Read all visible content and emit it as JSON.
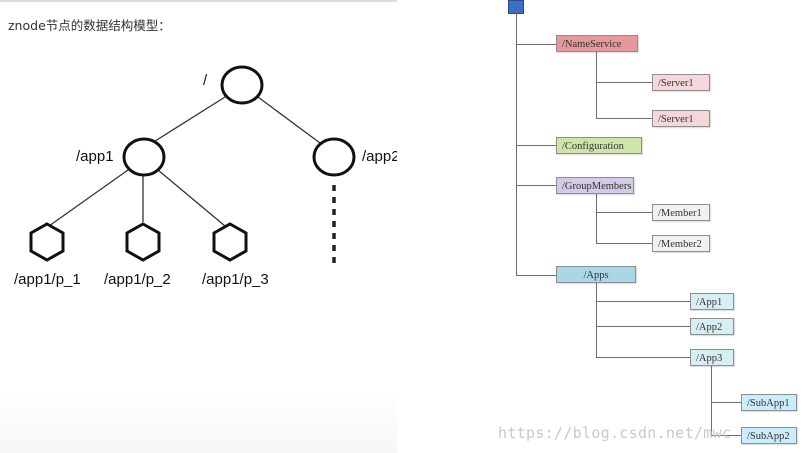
{
  "left": {
    "caption": "znode节点的数据结构模型：",
    "labels": {
      "root": "/",
      "app1": "/app1",
      "app2": "/app2",
      "p1": "/app1/p_1",
      "p2": "/app1/p_2",
      "p3": "/app1/p_3"
    }
  },
  "right": {
    "nodes": {
      "name_service": "/NameService",
      "server1_a": "/Server1",
      "server1_b": "/Server1",
      "configuration": "/Configuration",
      "group_members": "/GroupMembers",
      "member1": "/Member1",
      "member2": "/Member2",
      "apps": "/Apps",
      "app1": "/App1",
      "app2": "/App2",
      "app3": "/App3",
      "subapp1": "/SubApp1",
      "subapp2": "/SubApp2"
    },
    "colors": {
      "root": "#3b6fc4",
      "name_service": "#e5999b",
      "server": "#f5d7d9",
      "configuration": "#cfe4a8",
      "group_members": "#d3cbe6",
      "member": "#f1f1f1",
      "apps": "#a9d7e6",
      "app": "#d8eef5",
      "subapp": "#c9edfa"
    }
  },
  "watermark": "https://blog.csdn.net/mwc"
}
